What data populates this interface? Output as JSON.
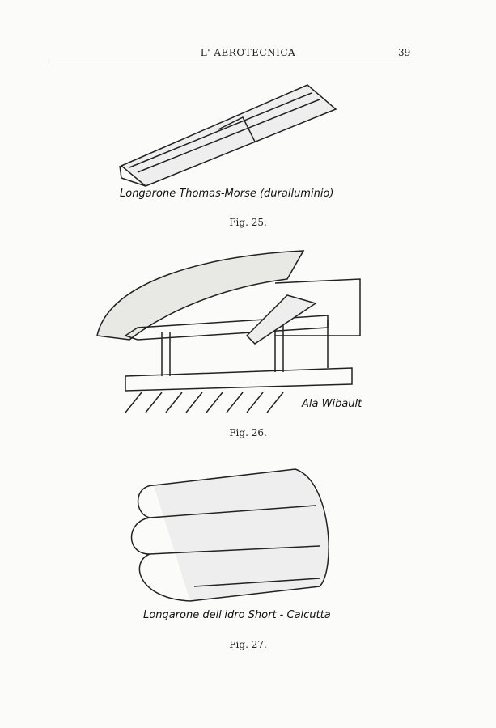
{
  "header": {
    "title": "L' AEROTECNICA",
    "page_number": "39"
  },
  "figures": [
    {
      "label": "Longarone Thomas-Morse (duralluminio)",
      "caption": "Fig. 25."
    },
    {
      "label": "Ala Wibault",
      "caption": "Fig. 26."
    },
    {
      "label": "Longarone dell'idro Short - Calcutta",
      "caption": "Fig. 27."
    }
  ]
}
